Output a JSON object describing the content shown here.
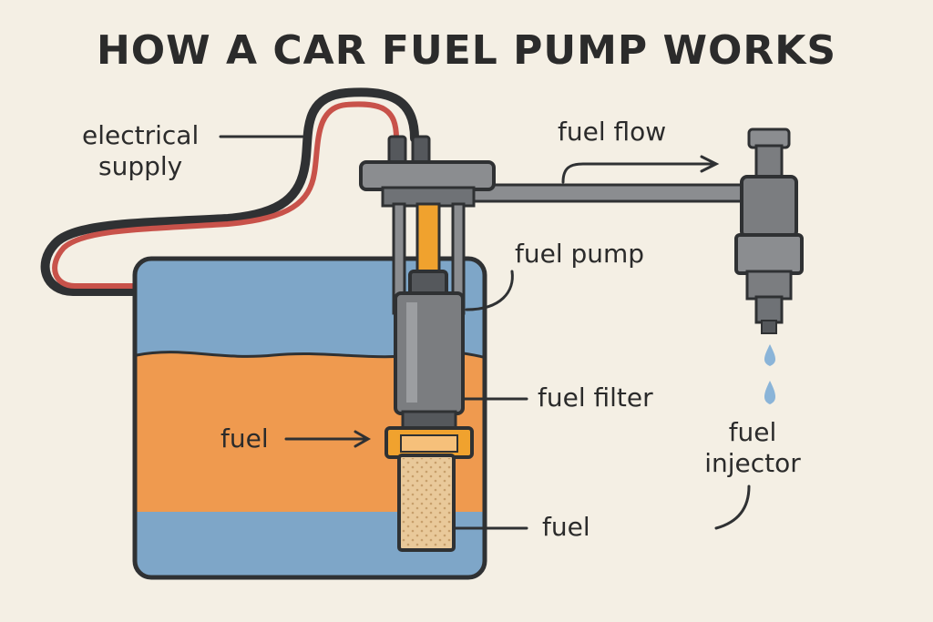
{
  "title": "HOW A CAR FUEL PUMP WORKS",
  "labels": {
    "electrical_supply_line1": "electrical",
    "electrical_supply_line2": "supply",
    "fuel_flow": "fuel flow",
    "fuel_pump": "fuel pump",
    "fuel_filter": "fuel filter",
    "fuel_left": "fuel",
    "fuel_bottom": "fuel",
    "fuel_injector_line1": "fuel",
    "fuel_injector_line2": "injector"
  },
  "colors": {
    "background": "#f4efe4",
    "tank_fill_blue": "#7ea6c8",
    "fuel_orange": "#ef9a4f",
    "outline": "#2f3133",
    "metal_gray": "#7b7d80",
    "metal_dark": "#55585c",
    "pump_shaft_orange": "#f0a22e",
    "filter_tan": "#e9c99a",
    "wire_red": "#c8524a",
    "drop_blue": "#8ab4d8"
  }
}
